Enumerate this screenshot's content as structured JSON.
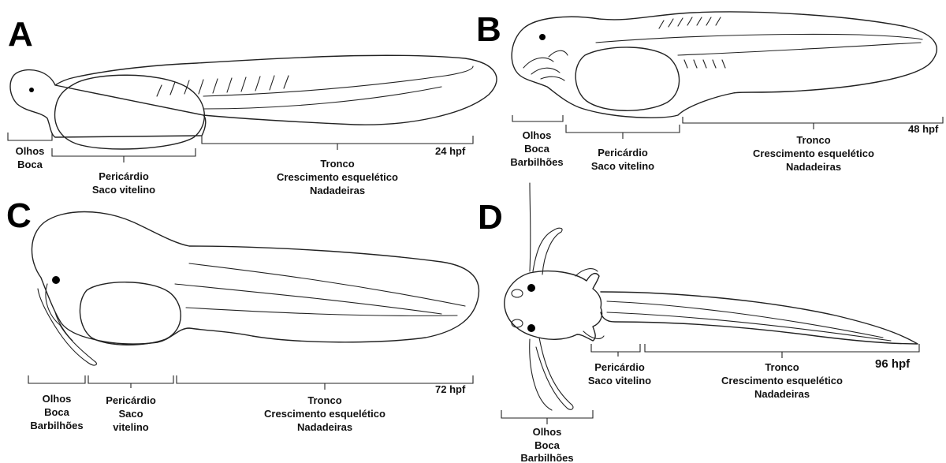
{
  "panels": {
    "a": {
      "letter": "A",
      "stage": "24 hpf",
      "head": [
        "Olhos",
        "Boca"
      ],
      "heart": [
        "Pericárdio",
        "Saco vitelino"
      ],
      "trunk": [
        "Tronco",
        "Crescimento esquelético",
        "Nadadeiras"
      ]
    },
    "b": {
      "letter": "B",
      "stage": "48 hpf",
      "head": [
        "Olhos",
        "Boca",
        "Barbilhões"
      ],
      "heart": [
        "Pericárdio",
        "Saco vitelino"
      ],
      "trunk": [
        "Tronco",
        "Crescimento esquelético",
        "Nadadeiras"
      ]
    },
    "c": {
      "letter": "C",
      "stage": "72 hpf",
      "head": [
        "Olhos",
        "Boca",
        "Barbilhões"
      ],
      "heart": [
        "Pericárdio",
        "Saco",
        "vitelino"
      ],
      "trunk": [
        "Tronco",
        "Crescimento esquelético",
        "Nadadeiras"
      ]
    },
    "d": {
      "letter": "D",
      "stage": "96 hpf",
      "head": [
        "Olhos",
        "Boca",
        "Barbilhões"
      ],
      "heart": [
        "Pericárdio",
        "Saco vitelino"
      ],
      "trunk": [
        "Tronco",
        "Crescimento esquelético",
        "Nadadeiras"
      ]
    }
  }
}
